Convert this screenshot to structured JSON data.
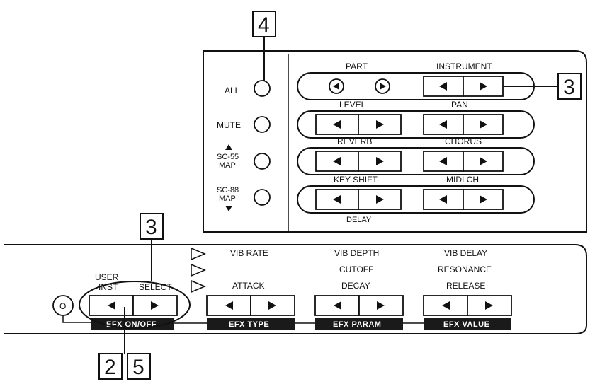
{
  "callouts": {
    "top_4": "4",
    "right_3": "3",
    "left_3": "3",
    "bottom_2": "2",
    "bottom_5": "5"
  },
  "upper_panel": {
    "side_buttons": {
      "all": "ALL",
      "mute": "MUTE",
      "sc55_line1": "SC-55",
      "sc55_line2": "MAP",
      "sc88_line1": "SC-88",
      "sc88_line2": "MAP"
    },
    "rows": {
      "part": "PART",
      "instrument": "INSTRUMENT",
      "level": "LEVEL",
      "pan": "PAN",
      "reverb": "REVERB",
      "chorus": "CHORUS",
      "key_shift": "KEY SHIFT",
      "midi_ch": "MIDI CH",
      "delay": "DELAY"
    }
  },
  "lower_panel": {
    "labels": {
      "vib_rate": "VIB RATE",
      "vib_depth": "VIB DEPTH",
      "vib_delay": "VIB DELAY",
      "cutoff": "CUTOFF",
      "resonance": "RESONANCE",
      "attack": "ATTACK",
      "decay": "DECAY",
      "release": "RELEASE",
      "user": "USER",
      "inst": "INST",
      "select": "SELECT",
      "power_symbol": "O"
    },
    "bars": {
      "efx_onoff": "EFX ON/OFF",
      "efx_type": "EFX TYPE",
      "efx_param": "EFX PARAM",
      "efx_value": "EFX VALUE"
    }
  }
}
